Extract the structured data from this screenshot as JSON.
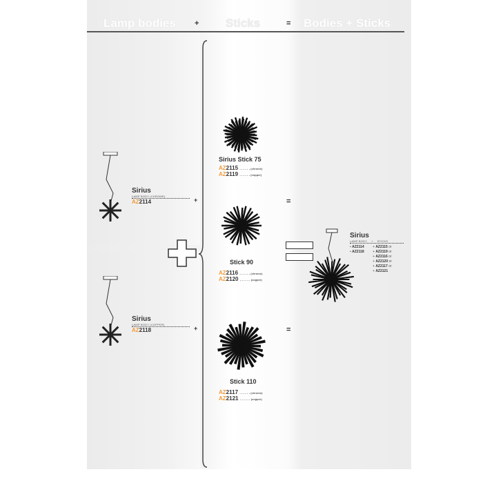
{
  "header": {
    "col1": "Lamp bodies",
    "op1": "+",
    "col2": "Sticks",
    "op2": "=",
    "col3": "Bodies + Sticks"
  },
  "bodies": [
    {
      "name": "Sirius",
      "sub": "LAMP BODY (CHROME)",
      "prefix": "AZ",
      "num": "2114",
      "op": "+"
    },
    {
      "name": "Sirius",
      "sub": "LAMP BODY (COPPER)",
      "prefix": "AZ",
      "num": "2118",
      "op": "+"
    }
  ],
  "sticks": [
    {
      "name": "Sirius Stick 75",
      "codes": [
        {
          "prefix": "AZ",
          "num": "2115",
          "finish": "(chrome)"
        },
        {
          "prefix": "AZ",
          "num": "2119",
          "finish": "(copper)"
        }
      ],
      "op": "="
    },
    {
      "name": "Stick 90",
      "codes": [
        {
          "prefix": "AZ",
          "num": "2116",
          "finish": "(chrome)"
        },
        {
          "prefix": "AZ",
          "num": "2120",
          "finish": "(copper)"
        }
      ],
      "op": "="
    },
    {
      "name": "Stick 110",
      "codes": [
        {
          "prefix": "AZ",
          "num": "2117",
          "finish": "(chrome)"
        },
        {
          "prefix": "AZ",
          "num": "2121",
          "finish": "(copper)"
        }
      ],
      "op": "="
    }
  ],
  "result": {
    "name": "Sirius",
    "col1": "LAMP BODY",
    "col_op": "+",
    "col2": "STICKS",
    "bodies": [
      "AZ2114",
      "AZ2118"
    ],
    "sticks": [
      "AZ2115",
      "AZ2119",
      "AZ2116",
      "AZ2120",
      "AZ2117",
      "AZ2121"
    ],
    "suffix": "or"
  },
  "colors": {
    "accent": "#f29a3a",
    "text": "#333333"
  }
}
